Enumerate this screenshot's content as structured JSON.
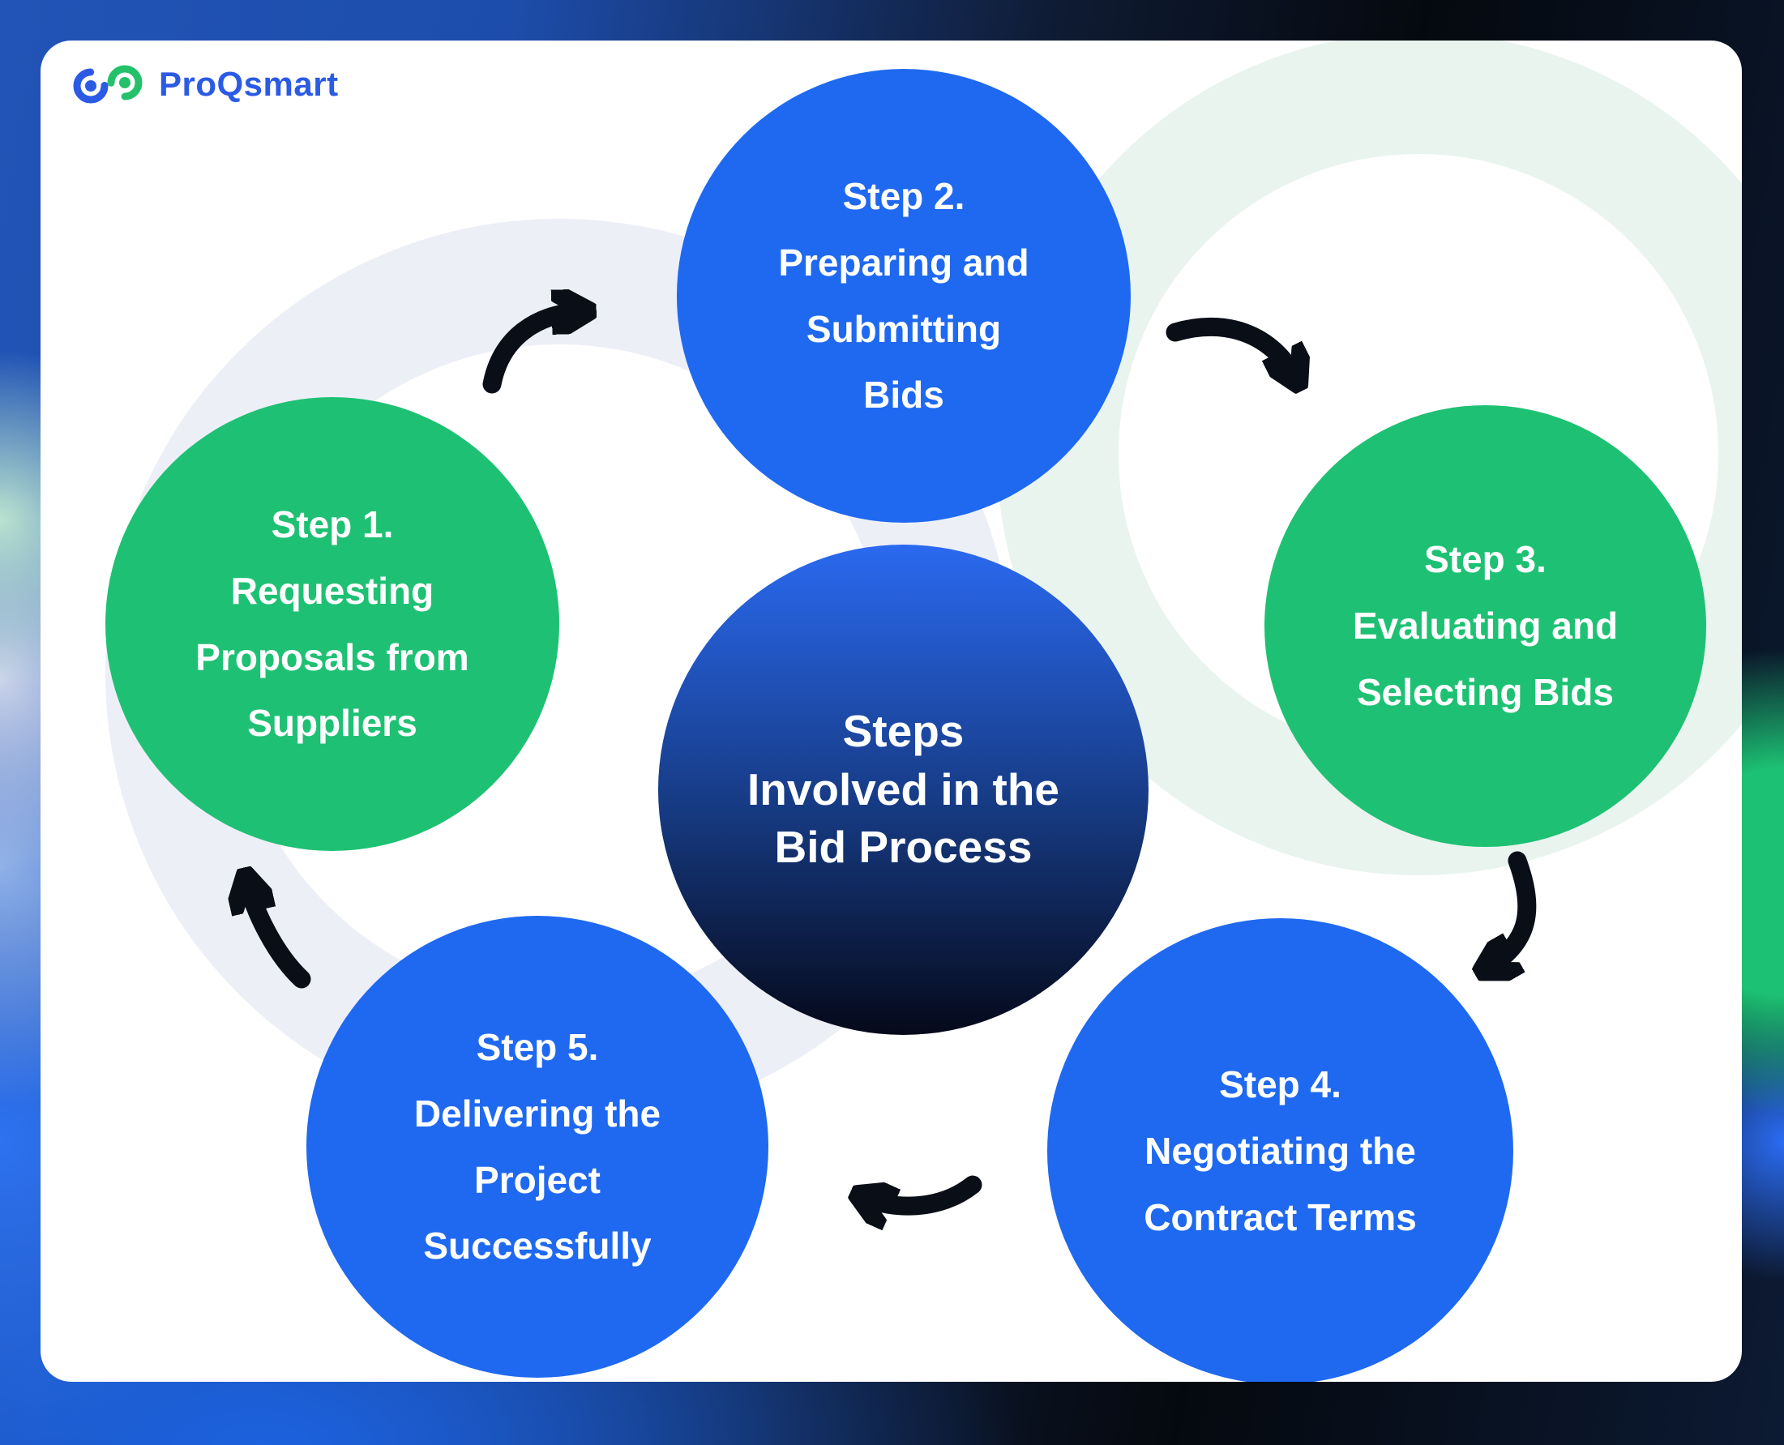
{
  "brand": {
    "name": "ProQsmart"
  },
  "center_circle": {
    "lines": [
      "Steps",
      "Involved in the",
      "Bid Process"
    ]
  },
  "steps": [
    {
      "title": "Step 1.",
      "lines": [
        "Requesting",
        "Proposals from",
        "Suppliers"
      ],
      "color": "green"
    },
    {
      "title": "Step 2.",
      "lines": [
        "Preparing and",
        "Submitting",
        "Bids"
      ],
      "color": "blue"
    },
    {
      "title": "Step 3.",
      "lines": [
        "Evaluating and",
        "Selecting Bids"
      ],
      "color": "green"
    },
    {
      "title": "Step 4.",
      "lines": [
        "Negotiating the",
        "Contract Terms"
      ],
      "color": "blue"
    },
    {
      "title": "Step 5.",
      "lines": [
        "Delivering the",
        "Project",
        "Successfully"
      ],
      "color": "blue"
    }
  ],
  "colors": {
    "step_green": "#1ec173",
    "step_blue": "#1f69f0",
    "center_top": "#2a69f0",
    "center_mid": "#173c86",
    "center_bottom": "#05091a",
    "arrow_color": "#0a0e17",
    "logo_blue": "#2b5ae5",
    "logo_green": "#24c16a",
    "brand_text": "#2b5ae5"
  }
}
